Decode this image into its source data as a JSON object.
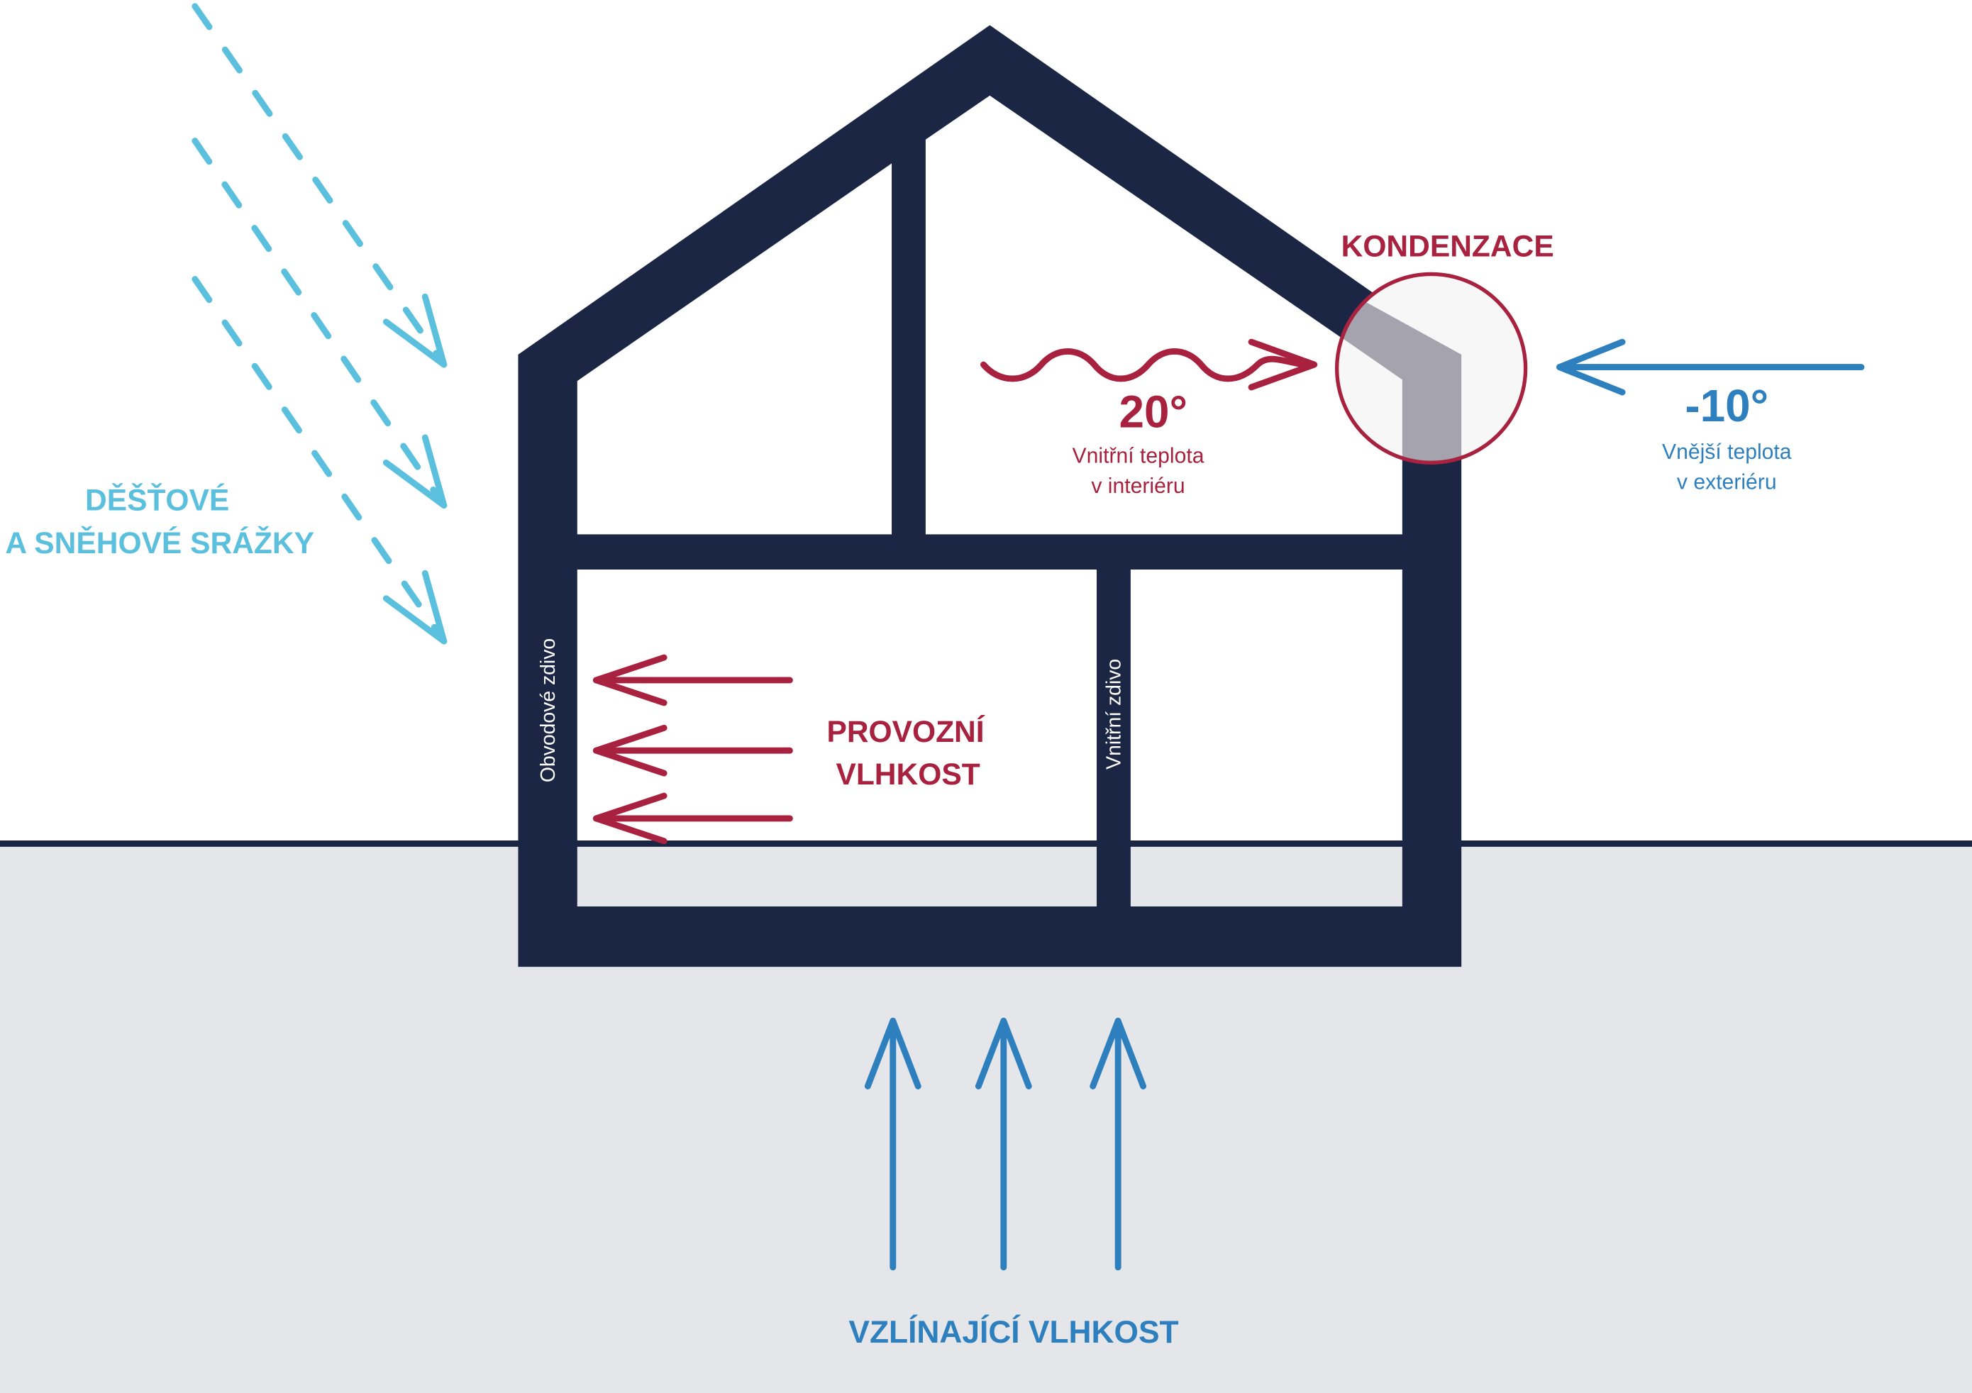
{
  "colors": {
    "house": "#1b2645",
    "ground": "#e4e6ea",
    "ground_line": "#1b2645",
    "red": "#a8213e",
    "blue": "#2e7fbd",
    "light_blue": "#5bc0de",
    "condensation_fill": "#9fa1ab"
  },
  "labels": {
    "rain_line1": "DĚŠŤOVÉ",
    "rain_line2": "A SNĚHOVÉ SRÁŽKY",
    "condensation": "KONDENZACE",
    "inside_temp": "20°",
    "inside_desc_line1": "Vnitřní teplota",
    "inside_desc_line2": "v interiéru",
    "outside_temp": "-10°",
    "outside_desc_line1": "Vnější teplota",
    "outside_desc_line2": "v exteriéru",
    "operational_line1": "PROVOZNÍ",
    "operational_line2": "VLHKOST",
    "outer_wall": "Obvodové zdivo",
    "inner_wall": "Vnitřní zdivo",
    "rising_damp": "VZLÍNAJÍCÍ VLHKOST"
  },
  "icons": {
    "rain": "dashed-arrow-icon",
    "heat": "wavy-arrow-icon",
    "cold": "arrow-left-icon",
    "indoor_moisture": "arrow-left-icon",
    "rising_moisture": "arrow-up-icon",
    "condensation_zone": "circle-highlight-icon"
  }
}
